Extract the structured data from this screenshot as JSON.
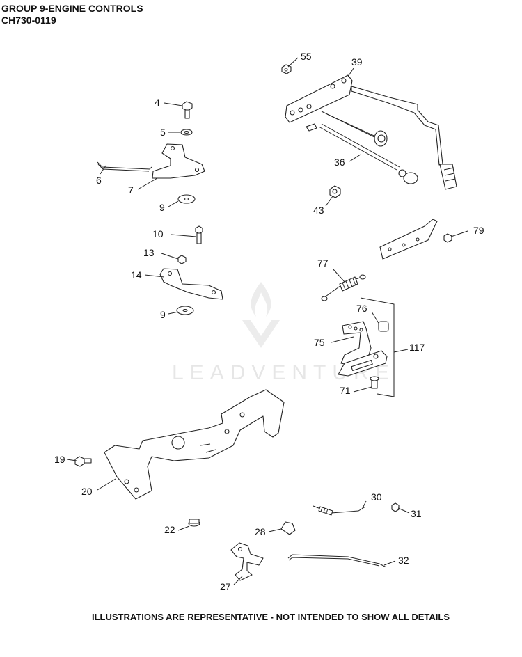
{
  "header": {
    "title": "GROUP 9-ENGINE CONTROLS",
    "model": "CH730-0119"
  },
  "footer": {
    "note": "ILLUSTRATIONS ARE REPRESENTATIVE - NOT INTENDED TO SHOW ALL DETAILS"
  },
  "watermark": {
    "brand": "LEADVENTURE"
  },
  "callouts": [
    {
      "id": "c55",
      "label": "55"
    },
    {
      "id": "c39",
      "label": "39"
    },
    {
      "id": "c4",
      "label": "4"
    },
    {
      "id": "c5",
      "label": "5"
    },
    {
      "id": "c6",
      "label": "6"
    },
    {
      "id": "c7",
      "label": "7"
    },
    {
      "id": "c36",
      "label": "36"
    },
    {
      "id": "c9a",
      "label": "9"
    },
    {
      "id": "c43",
      "label": "43"
    },
    {
      "id": "c10",
      "label": "10"
    },
    {
      "id": "c79",
      "label": "79"
    },
    {
      "id": "c13",
      "label": "13"
    },
    {
      "id": "c77",
      "label": "77"
    },
    {
      "id": "c14",
      "label": "14"
    },
    {
      "id": "c9b",
      "label": "9"
    },
    {
      "id": "c76",
      "label": "76"
    },
    {
      "id": "c75",
      "label": "75"
    },
    {
      "id": "c117",
      "label": "117"
    },
    {
      "id": "c71",
      "label": "71"
    },
    {
      "id": "c19",
      "label": "19"
    },
    {
      "id": "c20",
      "label": "20"
    },
    {
      "id": "c30",
      "label": "30"
    },
    {
      "id": "c31",
      "label": "31"
    },
    {
      "id": "c22",
      "label": "22"
    },
    {
      "id": "c28",
      "label": "28"
    },
    {
      "id": "c32",
      "label": "32"
    },
    {
      "id": "c27",
      "label": "27"
    }
  ]
}
